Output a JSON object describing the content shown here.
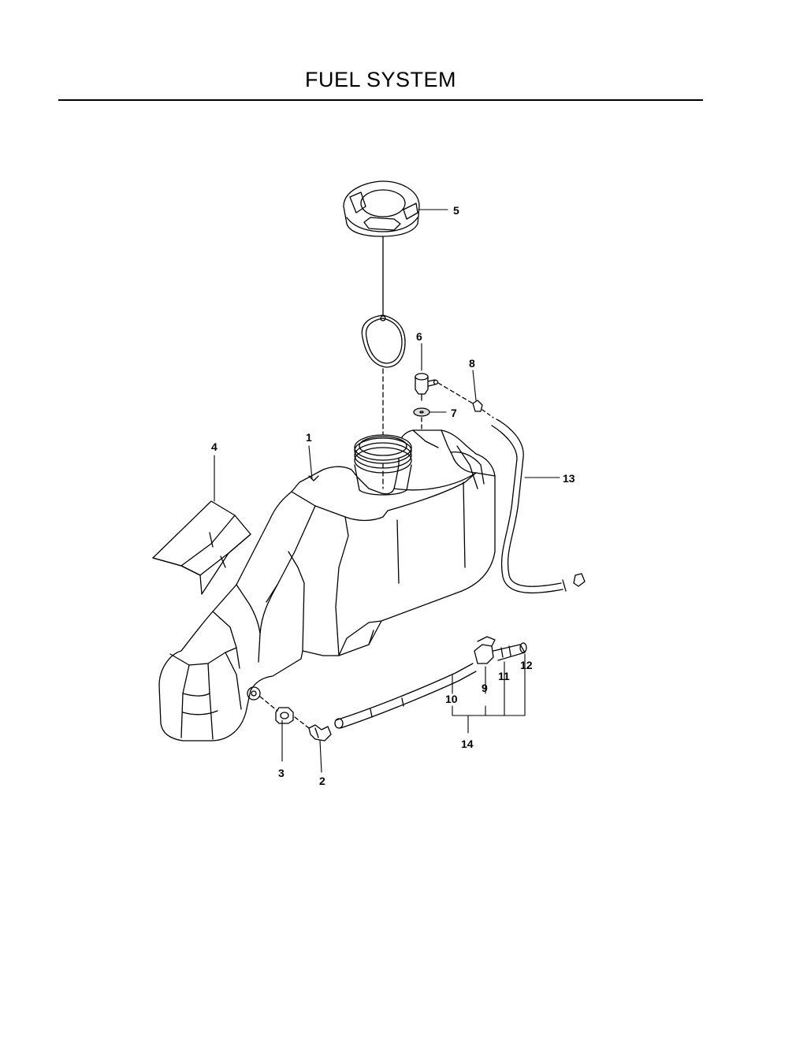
{
  "title": "FUEL SYSTEM",
  "callouts": [
    {
      "id": "1",
      "part": "fuel-tank"
    },
    {
      "id": "2",
      "part": "elbow-fitting"
    },
    {
      "id": "3",
      "part": "grommet"
    },
    {
      "id": "4",
      "part": "heat-shield"
    },
    {
      "id": "5",
      "part": "fuel-cap"
    },
    {
      "id": "6",
      "part": "vent-valve"
    },
    {
      "id": "7",
      "part": "vent-grommet"
    },
    {
      "id": "8",
      "part": "hose-clamp"
    },
    {
      "id": "9",
      "part": "shut-off-valve"
    },
    {
      "id": "10",
      "part": "fuel-line"
    },
    {
      "id": "11",
      "part": "clamp"
    },
    {
      "id": "12",
      "part": "fuel-line-end"
    },
    {
      "id": "13",
      "part": "vent-hose"
    },
    {
      "id": "14",
      "part": "fuel-line-assembly"
    }
  ]
}
